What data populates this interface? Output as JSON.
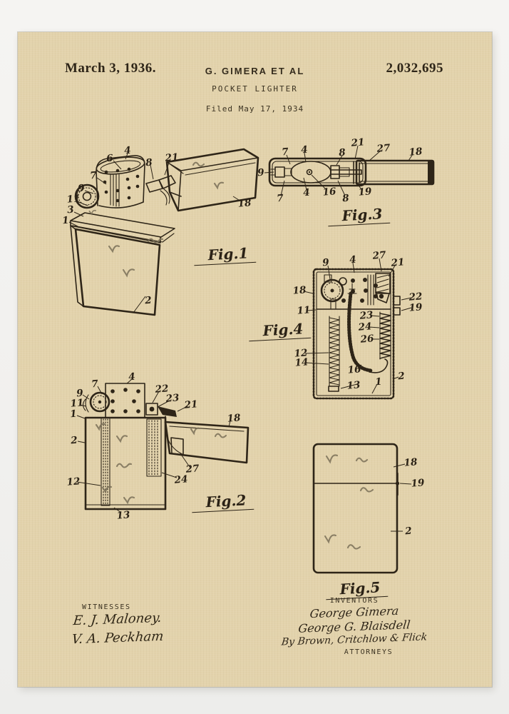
{
  "page": {
    "background_color": "#f1f0ee",
    "paper_color": "#e3d3ac",
    "ink_color": "#2e2518"
  },
  "header": {
    "date": "March 3, 1936.",
    "inventor_line": "G. GIMERA ET AL",
    "patent_number": "2,032,695",
    "title": "POCKET LIGHTER",
    "filed_line": "Filed May 17, 1934"
  },
  "figures": {
    "fig1": {
      "label": "Fig.1",
      "callouts": [
        "6",
        "4",
        "8",
        "21",
        "7",
        "9",
        "11",
        "3",
        "1",
        "18",
        "2"
      ]
    },
    "fig3": {
      "label": "Fig.3",
      "callouts": [
        "7",
        "4",
        "8",
        "21",
        "27",
        "18",
        "9",
        "7",
        "4",
        "16",
        "8",
        "19"
      ]
    },
    "fig4": {
      "label": "Fig.4",
      "callouts": [
        "9",
        "4",
        "27",
        "21",
        "18",
        "11",
        "22",
        "19",
        "23",
        "24",
        "26",
        "12",
        "14",
        "16",
        "13",
        "1",
        "2"
      ]
    },
    "fig2": {
      "label": "Fig.2",
      "callouts": [
        "4",
        "7",
        "9",
        "11",
        "1",
        "22",
        "23",
        "21",
        "18",
        "2",
        "12",
        "13",
        "24",
        "27"
      ]
    },
    "fig5": {
      "label": "Fig.5",
      "callouts": [
        "18",
        "19",
        "2"
      ]
    }
  },
  "footer": {
    "witnesses_heading": "WITNESSES",
    "witnesses": [
      "E. J. Maloney.",
      "V. A. Peckham"
    ],
    "inventors_heading": "INVENTORS",
    "inventors": [
      "George Gimera",
      "George G. Blaisdell"
    ],
    "attorney_signature": "By Brown, Critchlow & Flick",
    "attorneys_heading": "ATTORNEYS"
  }
}
